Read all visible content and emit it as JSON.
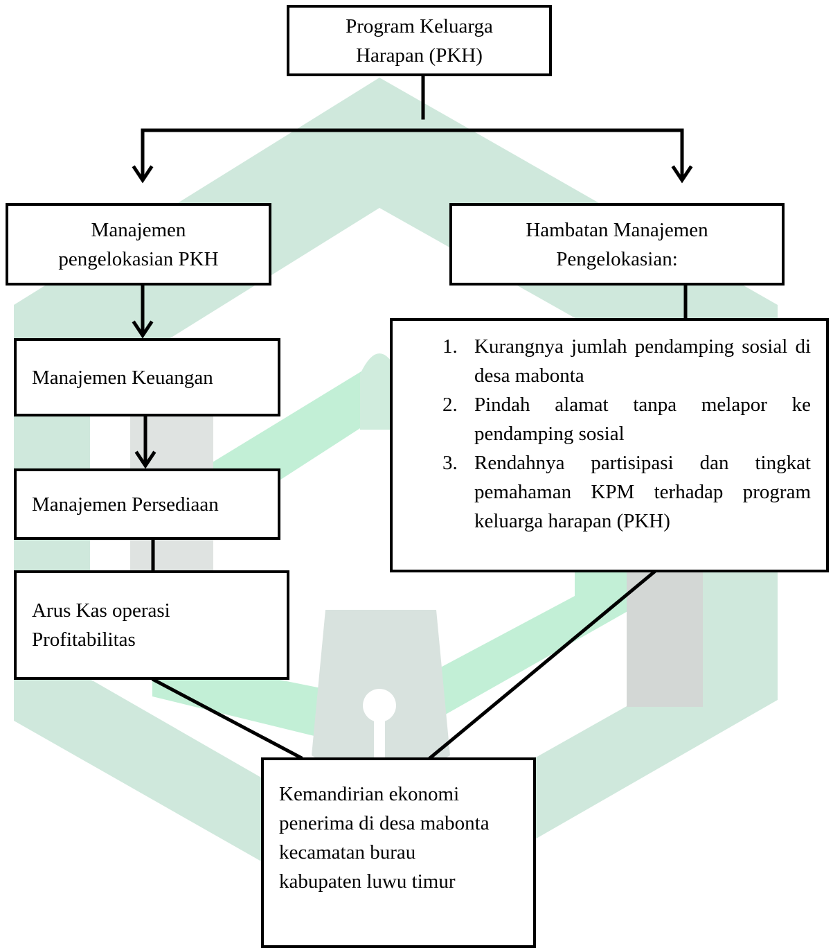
{
  "colors": {
    "watermark": "#c9e4d6",
    "watermark_light": "#b6f0cf",
    "watermark_gray": "#d6d9d8",
    "line": "#000000"
  },
  "logo": {
    "icon": "university-logo-watermark"
  },
  "top": {
    "line1": "Program Keluarga",
    "line2": "Harapan (PKH)"
  },
  "management": {
    "line1": "Manajemen",
    "line2": "pengelokasian PKH"
  },
  "obstacle": {
    "line1": "Hambatan Manajemen",
    "line2": "Pengelokasian:"
  },
  "finance": {
    "label": "Manajemen Keuangan"
  },
  "inventory": {
    "label": "Manajemen Persediaan"
  },
  "cashflow": {
    "line1": "Arus Kas operasi",
    "line2": "Profitabilitas"
  },
  "obstacles_list": [
    {
      "num": "1.",
      "text": "Kurangnya jumlah pendamping sosial di desa mabonta"
    },
    {
      "num": "2.",
      "text": "Pindah alamat tanpa melapor ke pendamping sosial"
    },
    {
      "num": "3.",
      "text": "Rendahnya partisipasi dan  tingkat pemahaman KPM terhadap program keluarga harapan (PKH)"
    }
  ],
  "bottom": {
    "line1": "Kemandirian ekonomi",
    "line2": "penerima di desa mabonta",
    "line3": "kecamatan burau",
    "line4": "kabupaten luwu timur"
  }
}
